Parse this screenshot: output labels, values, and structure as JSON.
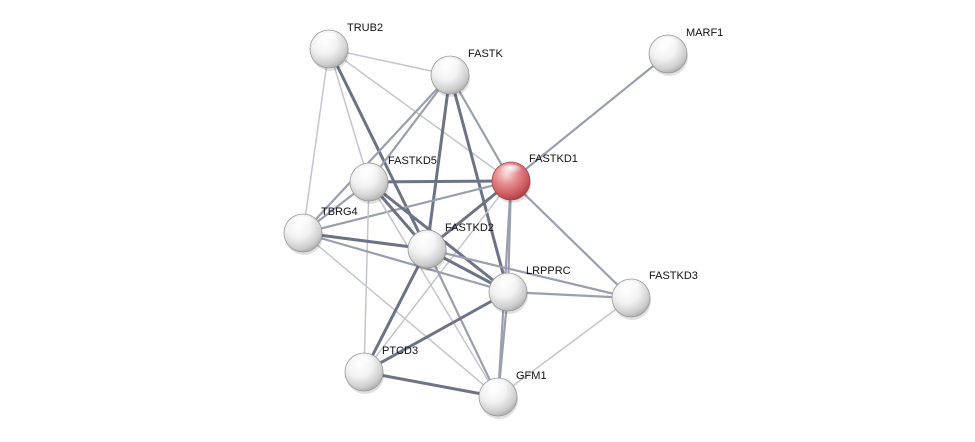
{
  "nodes": [
    {
      "id": "TRUB2",
      "label": "TRUB2",
      "highlight": false
    },
    {
      "id": "FASTK",
      "label": "FASTK",
      "highlight": false
    },
    {
      "id": "MARF1",
      "label": "MARF1",
      "highlight": false
    },
    {
      "id": "FASTKD1",
      "label": "FASTKD1",
      "highlight": true
    },
    {
      "id": "FASTKD5",
      "label": "FASTKD5",
      "highlight": false
    },
    {
      "id": "TBRG4",
      "label": "TBRG4",
      "highlight": false
    },
    {
      "id": "FASTKD2",
      "label": "FASTKD2",
      "highlight": false
    },
    {
      "id": "LRPPRC",
      "label": "LRPPRC",
      "highlight": false
    },
    {
      "id": "FASTKD3",
      "label": "FASTKD3",
      "highlight": false
    },
    {
      "id": "PTCD3",
      "label": "PTCD3",
      "highlight": false
    },
    {
      "id": "GFM1",
      "label": "GFM1",
      "highlight": false
    }
  ],
  "edges": [
    {
      "source": "TRUB2",
      "target": "FASTK",
      "strength": "weak"
    },
    {
      "source": "TRUB2",
      "target": "FASTKD5",
      "strength": "weak"
    },
    {
      "source": "TRUB2",
      "target": "TBRG4",
      "strength": "weak"
    },
    {
      "source": "TRUB2",
      "target": "FASTKD2",
      "strength": "strong"
    },
    {
      "source": "TRUB2",
      "target": "FASTKD1",
      "strength": "weak"
    },
    {
      "source": "FASTK",
      "target": "FASTKD1",
      "strength": "medium"
    },
    {
      "source": "FASTK",
      "target": "FASTKD5",
      "strength": "medium"
    },
    {
      "source": "FASTK",
      "target": "FASTKD2",
      "strength": "strong"
    },
    {
      "source": "FASTK",
      "target": "LRPPRC",
      "strength": "strong"
    },
    {
      "source": "FASTK",
      "target": "TBRG4",
      "strength": "medium"
    },
    {
      "source": "MARF1",
      "target": "FASTKD1",
      "strength": "medium"
    },
    {
      "source": "FASTKD1",
      "target": "FASTKD5",
      "strength": "strong"
    },
    {
      "source": "FASTKD1",
      "target": "TBRG4",
      "strength": "medium"
    },
    {
      "source": "FASTKD1",
      "target": "FASTKD2",
      "strength": "strong"
    },
    {
      "source": "FASTKD1",
      "target": "LRPPRC",
      "strength": "medium"
    },
    {
      "source": "FASTKD1",
      "target": "FASTKD3",
      "strength": "medium"
    },
    {
      "source": "FASTKD1",
      "target": "PTCD3",
      "strength": "weak"
    },
    {
      "source": "FASTKD1",
      "target": "GFM1",
      "strength": "medium"
    },
    {
      "source": "FASTKD5",
      "target": "TBRG4",
      "strength": "medium"
    },
    {
      "source": "FASTKD5",
      "target": "FASTKD2",
      "strength": "strong"
    },
    {
      "source": "FASTKD5",
      "target": "LRPPRC",
      "strength": "strong"
    },
    {
      "source": "FASTKD5",
      "target": "PTCD3",
      "strength": "weak"
    },
    {
      "source": "FASTKD5",
      "target": "GFM1",
      "strength": "weak"
    },
    {
      "source": "TBRG4",
      "target": "FASTKD2",
      "strength": "strong"
    },
    {
      "source": "TBRG4",
      "target": "LRPPRC",
      "strength": "medium"
    },
    {
      "source": "TBRG4",
      "target": "GFM1",
      "strength": "weak"
    },
    {
      "source": "FASTKD2",
      "target": "LRPPRC",
      "strength": "strong"
    },
    {
      "source": "FASTKD2",
      "target": "FASTKD3",
      "strength": "medium"
    },
    {
      "source": "FASTKD2",
      "target": "PTCD3",
      "strength": "strong"
    },
    {
      "source": "FASTKD2",
      "target": "GFM1",
      "strength": "medium"
    },
    {
      "source": "LRPPRC",
      "target": "FASTKD3",
      "strength": "medium"
    },
    {
      "source": "LRPPRC",
      "target": "PTCD3",
      "strength": "strong"
    },
    {
      "source": "LRPPRC",
      "target": "GFM1",
      "strength": "medium"
    },
    {
      "source": "FASTKD3",
      "target": "GFM1",
      "strength": "weak"
    },
    {
      "source": "PTCD3",
      "target": "GFM1",
      "strength": "strong"
    }
  ],
  "colors": {
    "node_fill": "#e8e8e8",
    "node_highlight": "#d9656b",
    "edge_strong": "#6d7387",
    "edge_medium": "#9a9fb0",
    "edge_weak": "#c3c6d0"
  }
}
